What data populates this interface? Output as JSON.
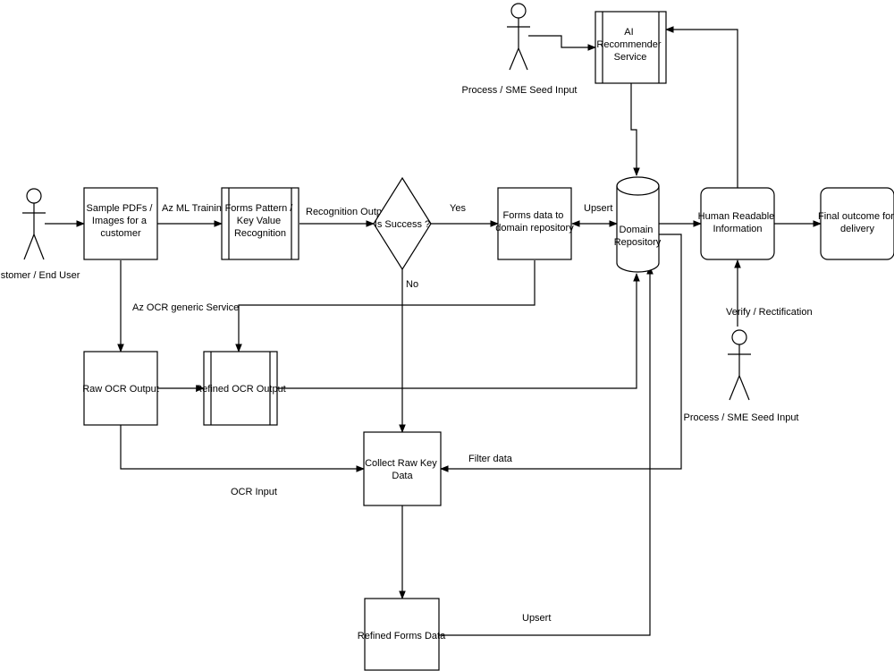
{
  "actors": {
    "customer": "Customer / End User",
    "sme_top": "Process / SME Seed Input",
    "sme_bottom": "Process / SME Seed Input"
  },
  "nodes": {
    "sample_pdfs": [
      "Sample PDFs /",
      "Images for a",
      "customer"
    ],
    "forms_pattern": [
      "Forms Pattern /",
      "Key Value",
      "Recognition"
    ],
    "is_success": [
      "Is Success ?"
    ],
    "forms_data_repo": [
      "Forms data to",
      "domain repository"
    ],
    "domain_repository": [
      "Domain",
      "Repository"
    ],
    "human_readable": [
      "Human Readable",
      "Information"
    ],
    "final_outcome": [
      "Final outcome for",
      "delivery"
    ],
    "ai_recommender": [
      "AI",
      "Recommender",
      "Service"
    ],
    "raw_ocr": [
      "Raw OCR Output"
    ],
    "refined_ocr": [
      "Refined OCR Output"
    ],
    "collect_raw": [
      "Collect Raw Key",
      "Data"
    ],
    "refined_forms": [
      "Refined Forms Data"
    ]
  },
  "edge_labels": {
    "az_ml_training": "Az ML Training",
    "recognition_output": "Recognition Output",
    "yes": "Yes",
    "no": "No",
    "upsert_top": "Upsert",
    "az_ocr_generic": "Az OCR generic Service",
    "verify": "Verify / Rectification",
    "filter_data": "Filter data",
    "ocr_input": "OCR Input",
    "upsert_bottom": "Upsert"
  }
}
